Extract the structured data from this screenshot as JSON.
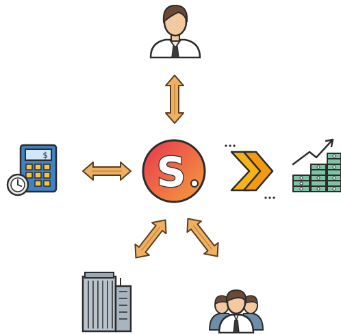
{
  "diagram": {
    "center": {
      "icon": "brand-logo",
      "letter": "S",
      "gradient_start": "#e8354f",
      "gradient_end": "#f5a13a"
    },
    "nodes": [
      {
        "id": "person",
        "icon": "businessman-icon"
      },
      {
        "id": "calculator",
        "icon": "calculator-clock-icon",
        "display_symbol": "$"
      },
      {
        "id": "growth",
        "icon": "money-growth-chart-icon"
      },
      {
        "id": "building",
        "icon": "office-building-icon"
      },
      {
        "id": "team",
        "icon": "team-icon"
      }
    ],
    "connectors": [
      {
        "from": "center",
        "to": "person",
        "type": "bidirectional-arrow"
      },
      {
        "from": "center",
        "to": "calculator",
        "type": "bidirectional-arrow"
      },
      {
        "from": "center",
        "to": "growth",
        "type": "chevron-forward"
      },
      {
        "from": "center",
        "to": "building",
        "type": "bidirectional-arrow"
      },
      {
        "from": "center",
        "to": "team",
        "type": "bidirectional-arrow"
      }
    ],
    "colors": {
      "outline": "#2b2b2b",
      "arrow_fill": "#efb062",
      "chevron_fill": "#f7b21a",
      "skin": "#f2c9a0",
      "hair": "#6b4a35",
      "calculator_body": "#3f83c6",
      "calculator_key": "#f6c343",
      "money_green": "#7dc4a7",
      "building_gray": "#b9c3cc"
    }
  }
}
